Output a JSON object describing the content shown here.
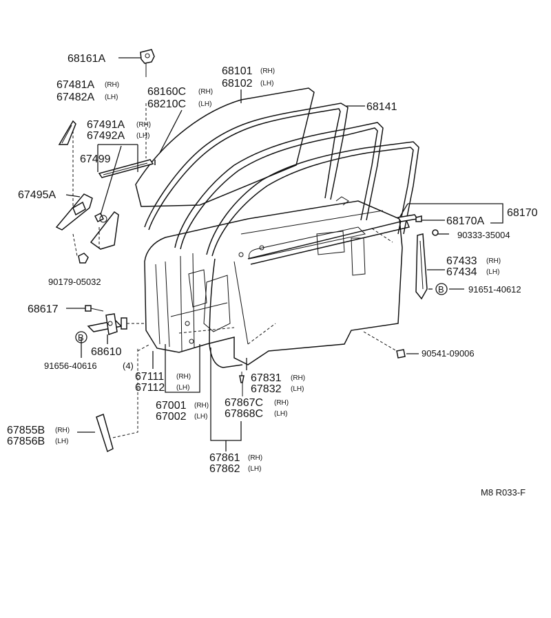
{
  "labels": {
    "p68161A": "68161A",
    "p67481A": "67481A",
    "p67482A": "67482A",
    "p68160C": "68160C",
    "p68210C": "68210C",
    "p68101": "68101",
    "p68102": "68102",
    "p68141": "68141",
    "p67491A": "67491A",
    "p67492A": "67492A",
    "p67499": "67499",
    "p67495A": "67495A",
    "p68170": "68170",
    "p68170A": "68170A",
    "p90333": "90333-35004",
    "p67433": "67433",
    "p67434": "67434",
    "p91651": "91651-40612",
    "p90179": "90179-05032",
    "p68617": "68617",
    "p68610": "68610",
    "p91656": "91656-40616",
    "p91656q": "(4)",
    "p90541": "90541-09006",
    "p67111": "67111",
    "p67112": "67112",
    "p67001": "67001",
    "p67002": "67002",
    "p67831": "67831",
    "p67832": "67832",
    "p67867C": "67867C",
    "p67868C": "67868C",
    "p67855B": "67855B",
    "p67856B": "67856B",
    "p67861": "67861",
    "p67862": "67862"
  },
  "side": {
    "rh": "(RH)",
    "lh": "(LH)"
  },
  "callout": "B",
  "footer": "M8  R033-F"
}
